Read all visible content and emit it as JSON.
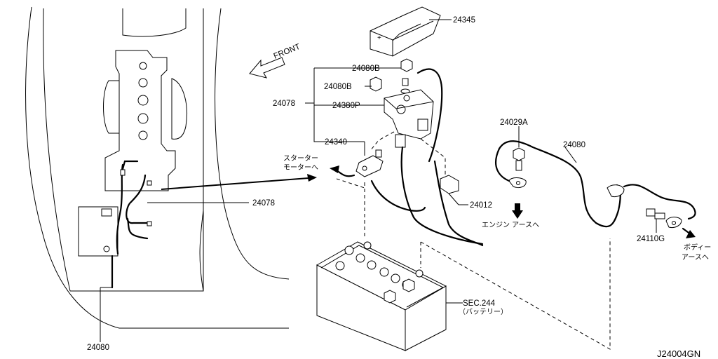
{
  "diagram_code": "J24004GN",
  "direction": "FRONT",
  "labels": {
    "cover": "24345",
    "bolt_top": "24080B",
    "bolt_mid": "24080B",
    "assembly": "24078",
    "fuse_block": "24380P",
    "terminal": "24340",
    "harness_left": "24078",
    "harness_bottom": "24080",
    "clip": "24012",
    "bolt_engine": "24029A",
    "cable_ground": "24080",
    "bolt_body": "24110G",
    "battery_ref": "SEC.244",
    "battery_jp": "（バッテリー）"
  },
  "notes": {
    "starter_line1": "スターター",
    "starter_line2": "モーターへ",
    "engine_ground": "エンジン アースへ",
    "body_line1": "ボディー",
    "body_line2": "アースへ"
  },
  "icons": {
    "front_arrow": "hollow-arrow-icon",
    "ground_arrow": "down-arrow-icon"
  }
}
